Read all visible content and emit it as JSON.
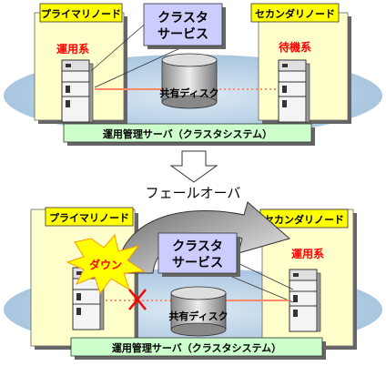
{
  "top": {
    "primary_label": "プライマリノード",
    "secondary_label": "セカンダリノード",
    "service_line1": "クラスタ",
    "service_line2": "サービス",
    "active_label": "運用系",
    "standby_label": "待機系",
    "disk_label": "共有ディスク",
    "mgmt_label": "運用管理サーバ（クラスタシステム）"
  },
  "failover_label": "フェールオーバ",
  "bottom": {
    "primary_label": "プライマリノード",
    "secondary_label": "セカンダリノード",
    "down_label": "ダウン",
    "service_line1": "クラスタ",
    "service_line2": "サービス",
    "active_label": "運用系",
    "disk_label": "共有ディスク",
    "mgmt_label": "運用管理サーバ（クラスタシステム）"
  },
  "colors": {
    "node_fill": "#ffffcc",
    "label_fill": "#ffff00",
    "service_fill": "#ccccff",
    "ellipse_fill": "#bcd4e8",
    "mgmt_fill": "#ccffcc",
    "active_text": "#ff0000",
    "link_line": "#ff8866",
    "explosion_fill": "#ffff00",
    "explosion_text": "#ff0000"
  },
  "icons": [
    "server-icon",
    "disk-icon",
    "explosion-icon",
    "cross-icon",
    "arrow-icon"
  ]
}
